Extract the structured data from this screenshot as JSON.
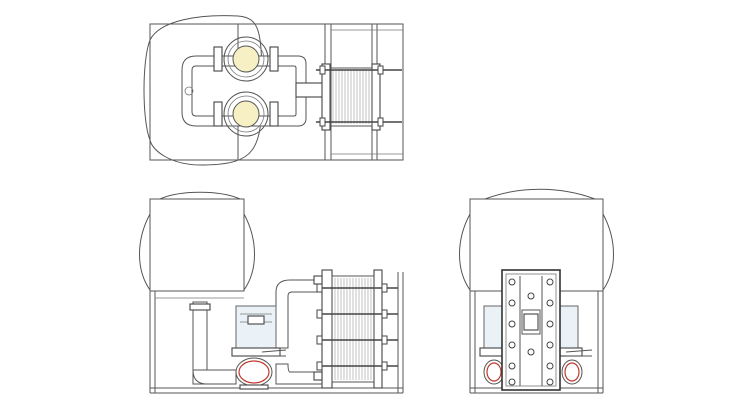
{
  "drawing": {
    "views": [
      {
        "id": "top",
        "description_label": ""
      },
      {
        "id": "front",
        "description_label": ""
      },
      {
        "id": "side",
        "description_label": ""
      }
    ]
  },
  "colors": {
    "line": "#555555",
    "glass": "#eaf2f7",
    "lens": "#f6f0c4",
    "accent_red": "#c0392b",
    "background": "#ffffff"
  },
  "components": {
    "tank": "tank",
    "pumps": "pumps",
    "heat_exchanger": "plate-heat-exchanger",
    "frame": "frame",
    "piping": "piping"
  }
}
